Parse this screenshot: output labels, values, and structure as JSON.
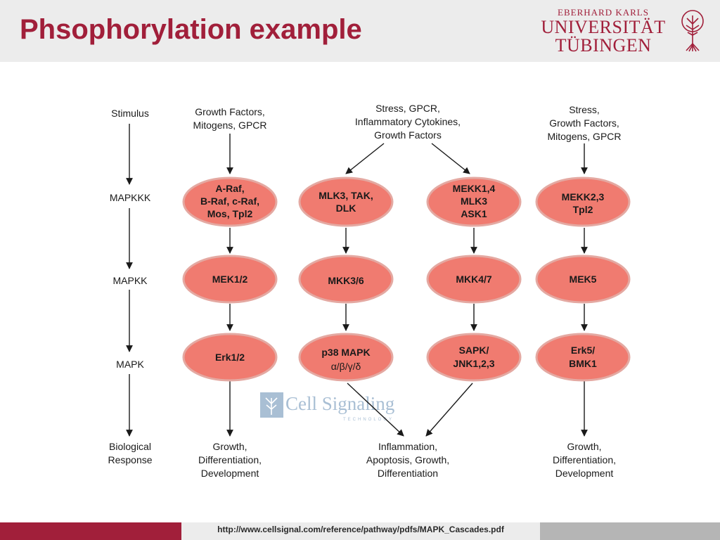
{
  "slide": {
    "title": "Phsophorylation example",
    "logo": {
      "line_small": "EBERHARD KARLS",
      "line1": "UNIVERSITÄT",
      "line2": "TÜBINGEN"
    },
    "footer_url": "http://www.cellsignal.com/reference/pathway/pdfs/MAPK_Cascades.pdf"
  },
  "colors": {
    "brand": "#a11f3a",
    "node_fill": "#f07b70",
    "header_bg": "#ececec"
  },
  "diagram": {
    "row_labels": {
      "stimulus": "Stimulus",
      "mapkkk": "MAPKKK",
      "mapkk": "MAPKK",
      "mapk": "MAPK",
      "response": [
        "Biological",
        "Response"
      ]
    },
    "stimuli": {
      "c1": [
        "Growth Factors,",
        "Mitogens, GPCR"
      ],
      "c23": [
        "Stress, GPCR,",
        "Inflammatory Cytokines,",
        "Growth Factors"
      ],
      "c4": [
        "Stress,",
        "Growth Factors,",
        "Mitogens, GPCR"
      ]
    },
    "mapkkk": {
      "c1": [
        "A-Raf,",
        "B-Raf, c-Raf,",
        "Mos, Tpl2"
      ],
      "c2": [
        "MLK3, TAK,",
        "DLK"
      ],
      "c3": [
        "MEKK1,4",
        "MLK3",
        "ASK1"
      ],
      "c4": [
        "MEKK2,3",
        "Tpl2"
      ]
    },
    "mapkk": {
      "c1": [
        "MEK1/2"
      ],
      "c2": [
        "MKK3/6"
      ],
      "c3": [
        "MKK4/7"
      ],
      "c4": [
        "MEK5"
      ]
    },
    "mapk": {
      "c1": [
        "Erk1/2"
      ],
      "c2": [
        "p38 MAPK",
        "α/β/γ/δ"
      ],
      "c3": [
        "SAPK/",
        "JNK1,2,3"
      ],
      "c4": [
        "Erk5/",
        "BMK1"
      ]
    },
    "responses": {
      "c1": [
        "Growth,",
        "Differentiation,",
        "Development"
      ],
      "c23": [
        "Inflammation,",
        "Apoptosis, Growth,",
        "Differentiation"
      ],
      "c4": [
        "Growth,",
        "Differentiation,",
        "Development"
      ]
    }
  },
  "watermark": {
    "text": "Cell Signaling",
    "sub": "TECHNOLOGY"
  }
}
